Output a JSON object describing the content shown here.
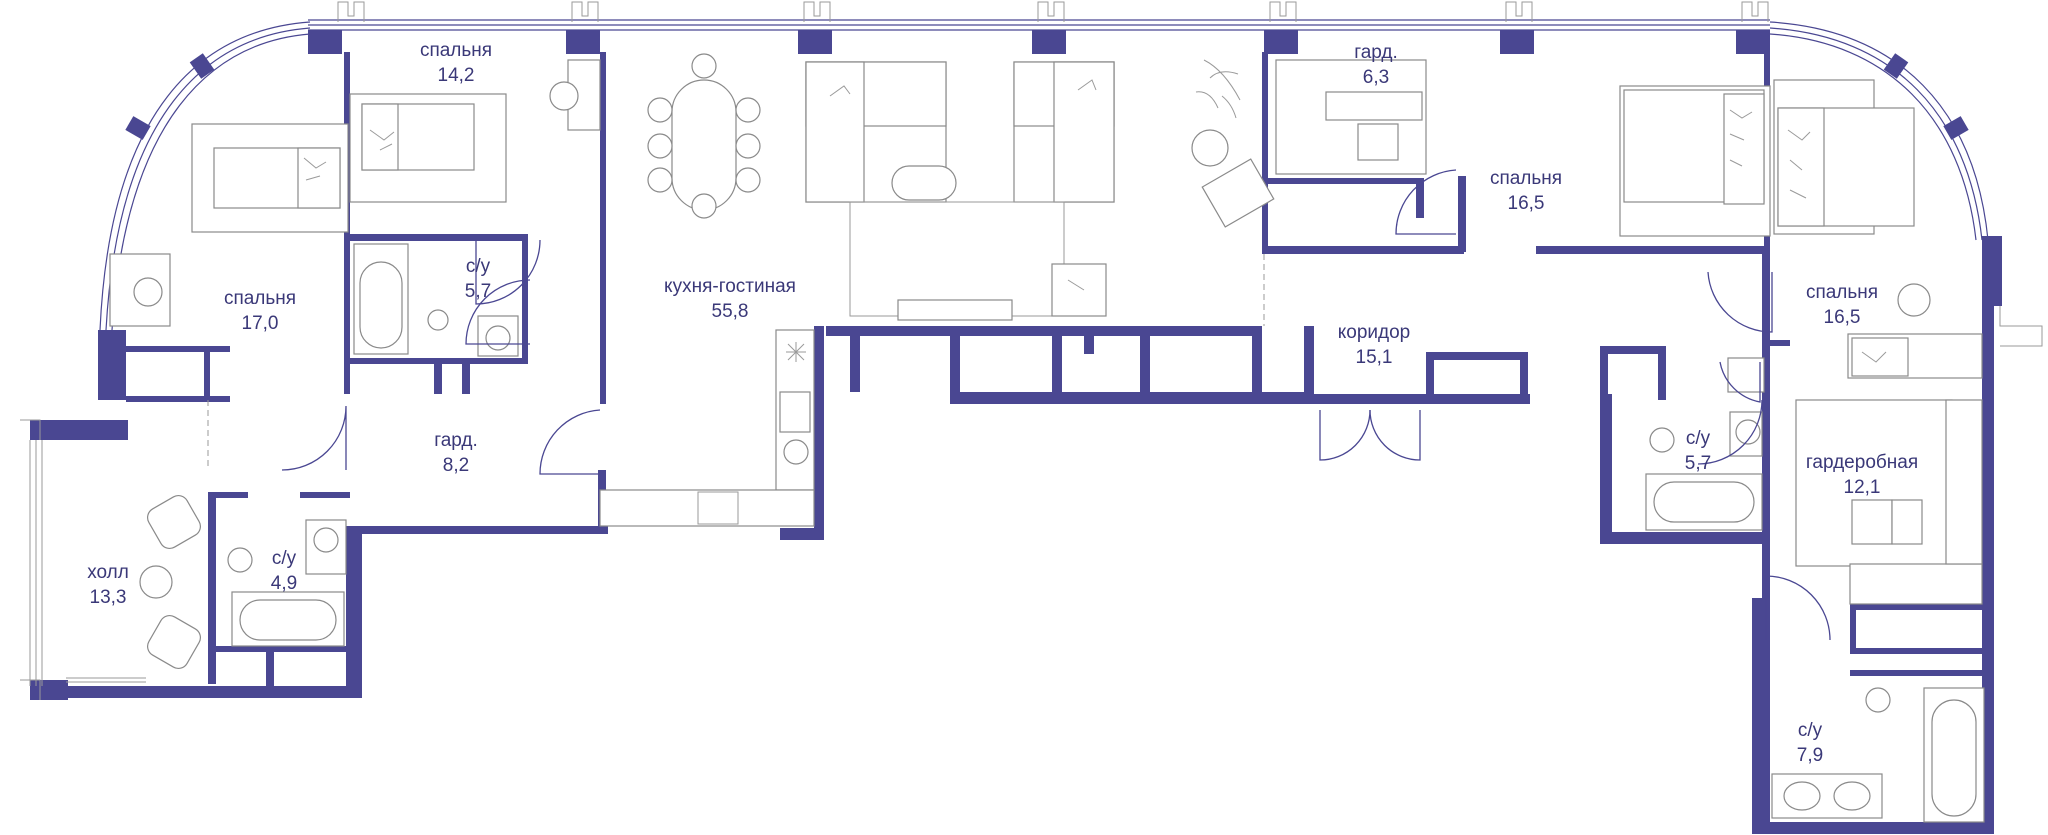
{
  "colors": {
    "wall": "#4a4792",
    "label": "#3a3878",
    "furniture_stroke": "#8a8a8a",
    "background": "#ffffff"
  },
  "rooms": [
    {
      "id": "bedroom-1",
      "name": "спальня",
      "area": "14,2"
    },
    {
      "id": "bedroom-2",
      "name": "спальня",
      "area": "17,0"
    },
    {
      "id": "bath-1",
      "name": "с/у",
      "area": "5,7"
    },
    {
      "id": "kitchen-living",
      "name": "кухня-гостиная",
      "area": "55,8"
    },
    {
      "id": "wardrobe-1",
      "name": "гард.",
      "area": "8,2"
    },
    {
      "id": "hall",
      "name": "холл",
      "area": "13,3"
    },
    {
      "id": "bath-2",
      "name": "с/у",
      "area": "4,9"
    },
    {
      "id": "wardrobe-2",
      "name": "гард.",
      "area": "6,3"
    },
    {
      "id": "bedroom-3",
      "name": "спальня",
      "area": "16,5"
    },
    {
      "id": "corridor",
      "name": "коридор",
      "area": "15,1"
    },
    {
      "id": "bedroom-4",
      "name": "спальня",
      "area": "16,5"
    },
    {
      "id": "bath-3",
      "name": "с/у",
      "area": "5,7"
    },
    {
      "id": "dressing-room",
      "name": "гардеробная",
      "area": "12,1"
    },
    {
      "id": "bath-4",
      "name": "с/у",
      "area": "7,9"
    }
  ]
}
